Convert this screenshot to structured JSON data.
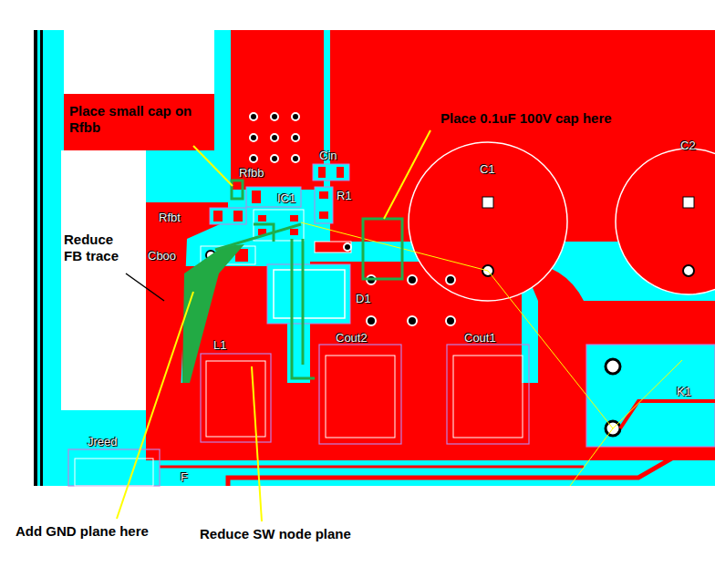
{
  "diagram": {
    "labels": [
      "Place small cap on Rfbb",
      "Place 0.1uF 100V cap here",
      "C1",
      "C2",
      "Cin",
      "Rfbb",
      "R1",
      "Rfbt",
      "IC1",
      "Reduce FB trace",
      "Cboo",
      "D1",
      "L1",
      "Cout2",
      "Cout1",
      "K1",
      "Jreed",
      "F",
      "Add GND plane here",
      "Reduce SW node plane"
    ]
  }
}
